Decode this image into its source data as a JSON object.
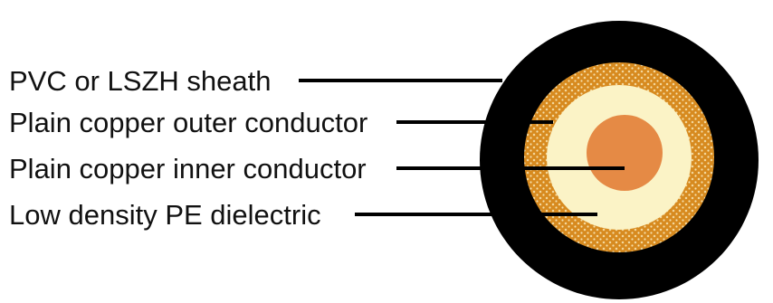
{
  "diagram": {
    "labels": {
      "sheath": "PVC or LSZH sheath",
      "outer_conductor": "Plain copper outer conductor",
      "inner_conductor": "Plain copper inner conductor",
      "dielectric": "Low density PE dielectric"
    },
    "colors": {
      "sheath": "#000000",
      "braid": "#d78a1f",
      "braid_dots": "#f4d79a",
      "dielectric": "#fbf3c6",
      "inner_conductor": "#e58a45",
      "leader_line": "#000000",
      "text": "#111111"
    }
  }
}
